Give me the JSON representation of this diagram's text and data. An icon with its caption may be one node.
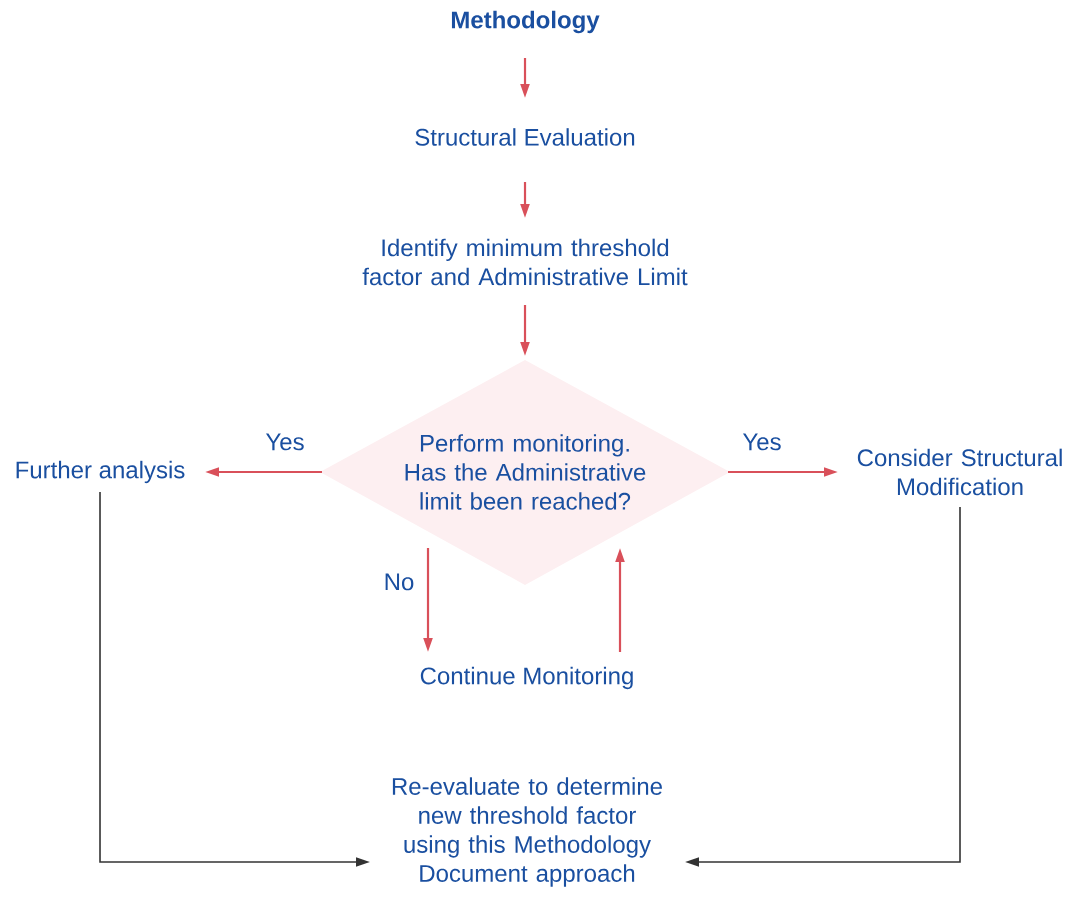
{
  "diagram": {
    "nodes": [
      {
        "text": [
          "Methodology"
        ]
      },
      {
        "text": [
          "Structural Evaluation"
        ]
      },
      {
        "text": [
          "Identify minimum threshold factor and Administrative Limit"
        ]
      },
      {
        "text": [
          "Perform monitoring. Has the Administrative limit been reached?"
        ]
      },
      {
        "text": [
          "Further analysis"
        ]
      },
      {
        "text": [
          "Consider Structural Modification"
        ]
      },
      {
        "text": [
          "Continue Monitoring"
        ]
      },
      {
        "text": [
          "Re-evaluate to determine new threshold factor using this Methodology Document approach"
        ]
      }
    ],
    "edges": [
      {
        "from": 0,
        "to": 1,
        "arrow": "to"
      },
      {
        "from": 1,
        "to": 2,
        "arrow": "to"
      },
      {
        "from": 2,
        "to": 3,
        "arrow": "to"
      },
      {
        "from": 3,
        "to": 4,
        "arrow": "to",
        "label": "Yes"
      },
      {
        "from": 3,
        "to": 5,
        "arrow": "to",
        "label": "Yes"
      },
      {
        "from": 3,
        "to": 6,
        "arrow": "to",
        "label": "No"
      },
      {
        "from": 6,
        "to": 3,
        "arrow": "to"
      },
      {
        "from": 4,
        "to": 7,
        "arrow": "to",
        "color": "#333333"
      },
      {
        "from": 5,
        "to": 7,
        "arrow": "to",
        "color": "#333333"
      }
    ]
  }
}
